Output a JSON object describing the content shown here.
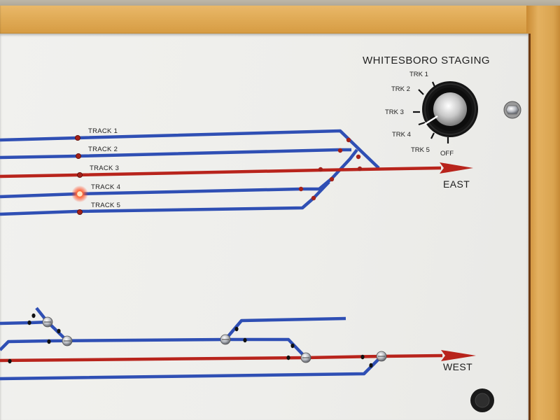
{
  "panel": {
    "title": "WHITESBORO STAGING",
    "east_label": "EAST",
    "west_label": "WEST"
  },
  "tracks": [
    {
      "label": "TRACK 1",
      "indicator": "off"
    },
    {
      "label": "TRACK 2",
      "indicator": "off"
    },
    {
      "label": "TRACK 3",
      "indicator": "off"
    },
    {
      "label": "TRACK 4",
      "indicator": "lit"
    },
    {
      "label": "TRACK 5",
      "indicator": "off"
    }
  ],
  "selector_knob": {
    "positions": [
      "TRK 1",
      "TRK 2",
      "TRK 3",
      "TRK 4",
      "TRK 5",
      "OFF"
    ]
  },
  "colors": {
    "blue_track": "#2f4fb4",
    "red_track": "#b8241c",
    "board": "#efefec",
    "frame_wood": "#dca34a"
  }
}
